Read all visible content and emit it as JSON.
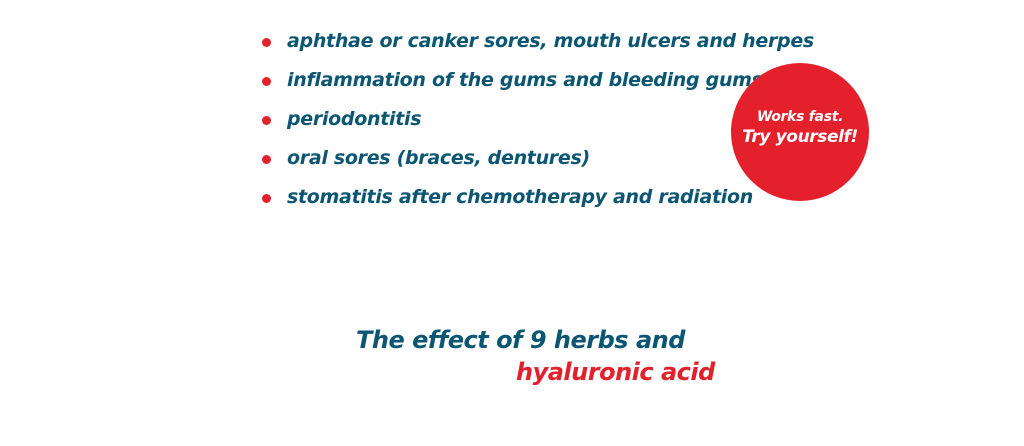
{
  "colors": {
    "text_primary": "#0b5672",
    "accent_red": "#e3202b",
    "background": "#ffffff"
  },
  "symptoms": [
    "aphthae or canker sores, mouth ulcers and herpes",
    "inflammation of the gums and bleeding gums",
    "periodontitis",
    "oral sores (braces, dentures)",
    "stomatitis after chemotherapy and radiation"
  ],
  "badge": {
    "line_1": "Works fast.",
    "line_2": "Try yourself!"
  },
  "tagline": {
    "line_1": "The effect of 9 herbs and",
    "line_2": "hyaluronic acid"
  }
}
